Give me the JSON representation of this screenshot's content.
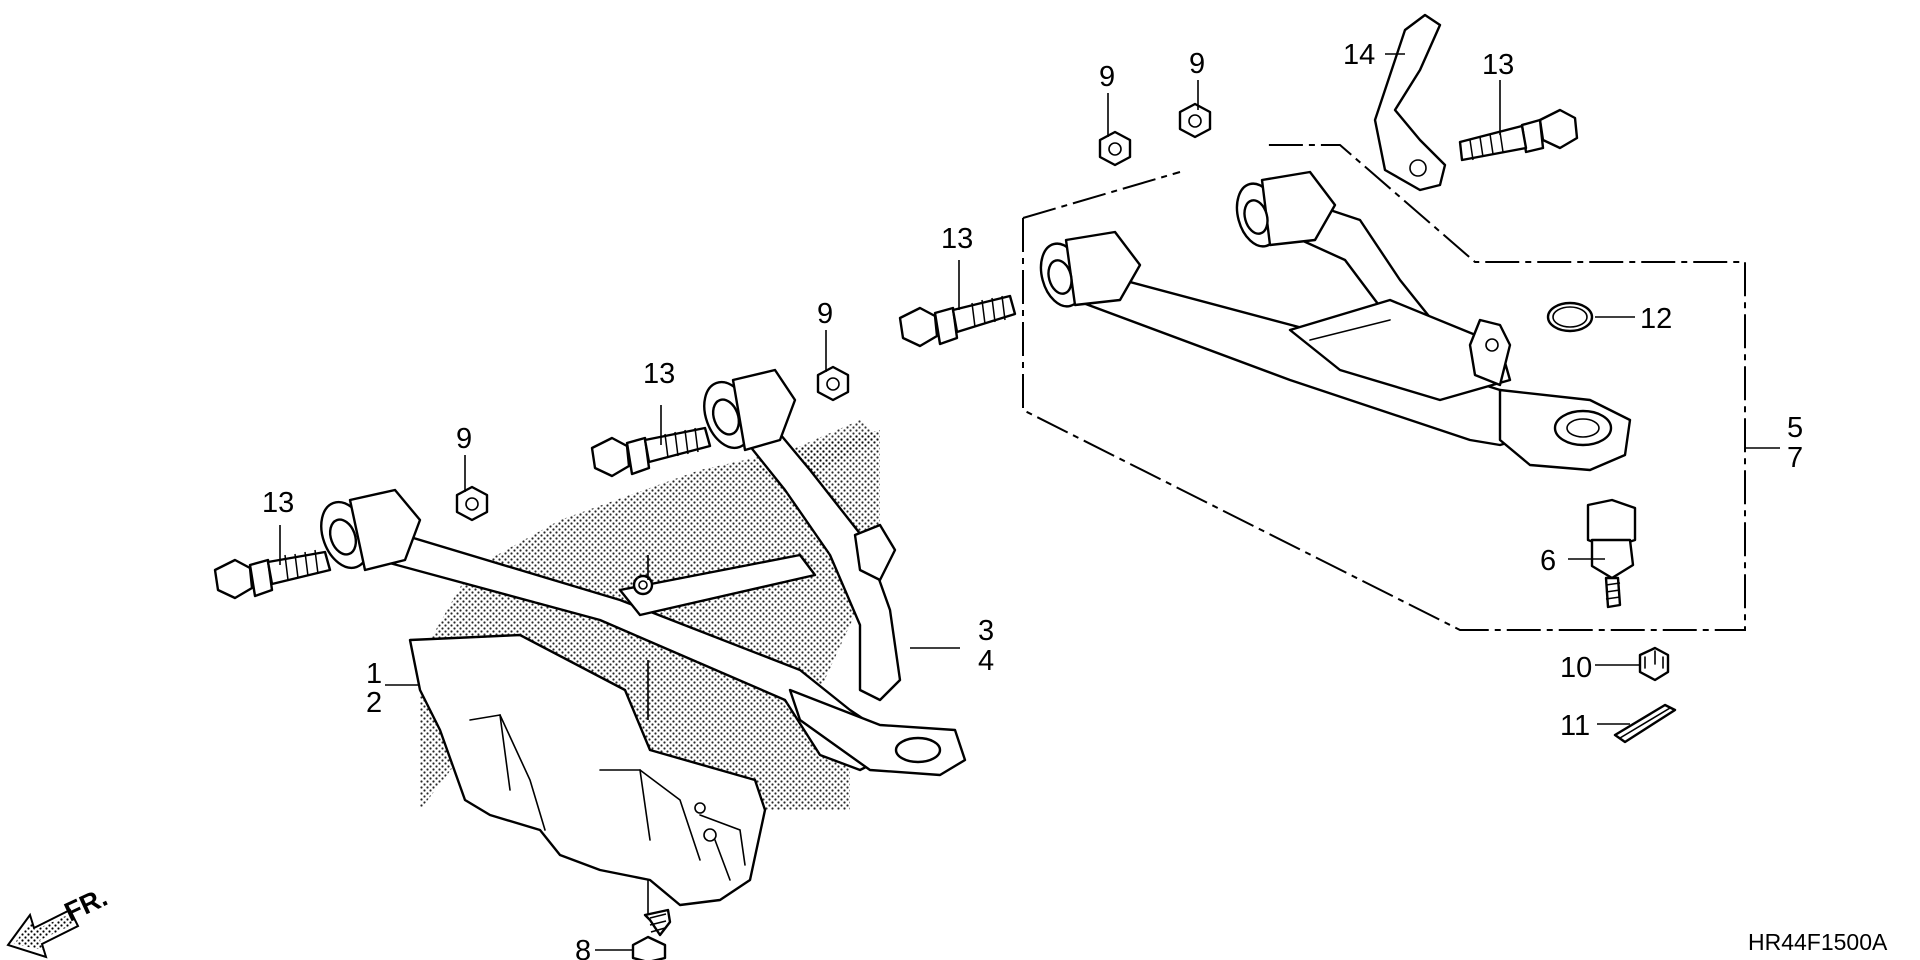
{
  "diagram_code": "HR44F1500A",
  "direction_label": "FR.",
  "callouts": {
    "c1": "1",
    "c2": "2",
    "c3": "3",
    "c4": "4",
    "c5": "5",
    "c6": "6",
    "c7": "7",
    "c8": "8",
    "c9a": "9",
    "c9b": "9",
    "c9c": "9",
    "c9d": "9",
    "c10": "10",
    "c11": "11",
    "c12": "12",
    "c13a": "13",
    "c13b": "13",
    "c13c": "13",
    "c13d": "13",
    "c14": "14"
  },
  "colors": {
    "ink": "#000000",
    "paper": "#ffffff",
    "stipple": "#000000"
  }
}
